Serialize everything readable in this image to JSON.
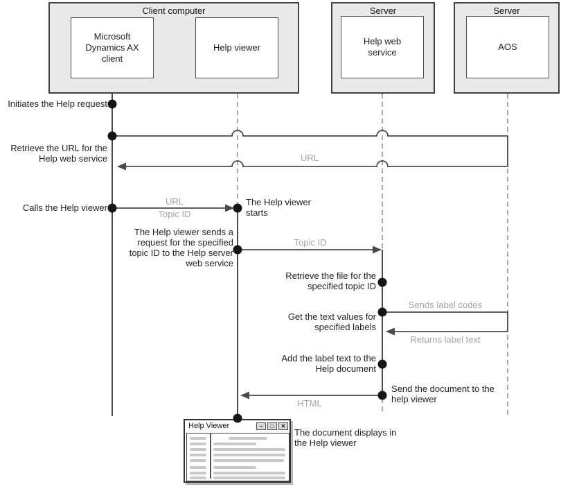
{
  "nodes": {
    "client_computer": {
      "label": "Client computer"
    },
    "ax_client": {
      "label": "Microsoft Dynamics AX client"
    },
    "help_viewer": {
      "label": "Help viewer"
    },
    "server_web": {
      "label": "Server"
    },
    "help_web_service": {
      "label": "Help web service"
    },
    "server_aos": {
      "label": "Server"
    },
    "aos": {
      "label": "AOS"
    }
  },
  "steps": {
    "initiates": "Initiates the Help request",
    "retrieve_url": "Retrieve the URL for the Help web service",
    "calls_viewer": "Calls the Help viewer",
    "viewer_starts": "The Help viewer starts",
    "viewer_sends_request": "The Help viewer sends a request for the specified topic ID to the Help server web service",
    "retrieve_file": "Retrieve the file for the specified topic ID",
    "get_text_values": "Get the text values for specified labels",
    "add_label_text": "Add the label text to the Help document",
    "send_document": "Send the document to the help viewer",
    "document_displays": "The document displays in the Help viewer"
  },
  "messages": {
    "url_return": "URL",
    "url_call": "URL",
    "topic_id_call": "Topic ID",
    "topic_id_send": "Topic ID",
    "sends_label_codes": "Sends label codes",
    "returns_label_text": "Returns label text",
    "html": "HTML"
  },
  "help_viewer_window": {
    "title": "Help Viewer",
    "minimize_glyph": "–",
    "maximize_glyph": "□",
    "close_glyph": "✕"
  },
  "colors": {
    "group_fill": "#e9e9e9",
    "box_border": "#404040",
    "line": "#4a4a4a",
    "lifeline": "#8c8c8c",
    "message_text": "#a4a4a4",
    "text": "#1f1f1f",
    "placeholder": "#c9c9c9"
  }
}
